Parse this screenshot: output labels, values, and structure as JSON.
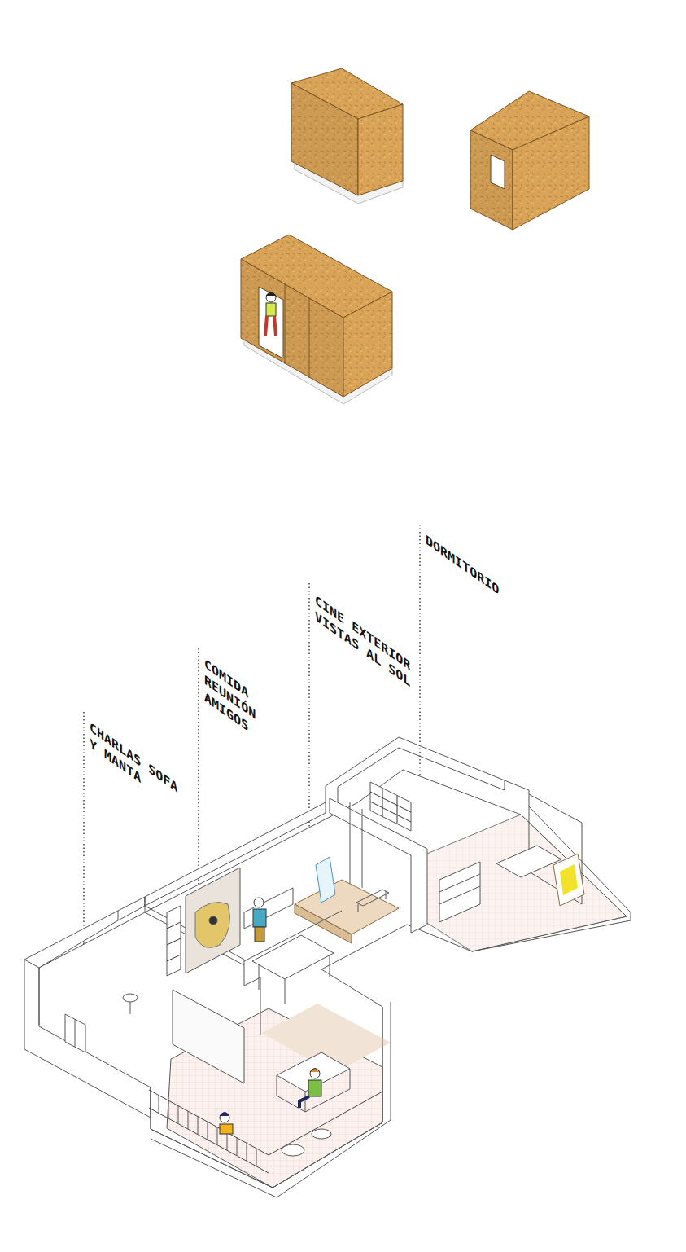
{
  "diagram": {
    "labels": [
      "CHARLAS SOFA Y MANTA",
      "COMIDA REUNIÓN AMIGOS",
      "CINE EXTERIOR VISTAS AL SOL",
      "DORMITORIO"
    ]
  }
}
